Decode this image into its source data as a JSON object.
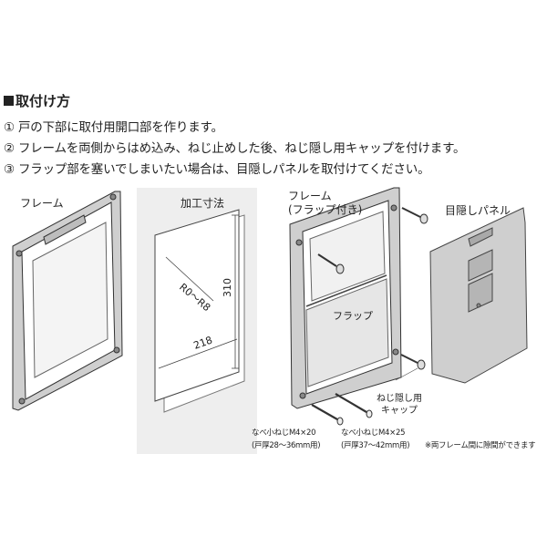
{
  "heading": "取付け方",
  "steps": [
    "① 戸の下部に取付用開口部を作ります。",
    "② フレームを両側からはめ込み、ねじ止めした後、ねじ隠し用キャップを付けます。",
    "③ フラップ部を塞いでしまいたい場合は、目隠しパネルを取付けてください。"
  ],
  "labels": {
    "frame": "フレーム",
    "cutout": "加工寸法",
    "frame_flap_1": "フレーム",
    "frame_flap_2": "(フラップ付き)",
    "panel": "目隠しパネル",
    "flap": "フラップ",
    "cap_1": "ねじ隠し用",
    "cap_2": "キャップ"
  },
  "dimensions": {
    "radius": "R0～R8",
    "height": "310",
    "width": "218"
  },
  "screws": {
    "a_name": "なべ小ねじM4×20",
    "a_range": "(戸厚28～36mm用)",
    "b_name": "なべ小ねじM4×25",
    "b_range": "(戸厚37～42mm用)"
  },
  "note": "※両フレーム間に隙間ができます"
}
